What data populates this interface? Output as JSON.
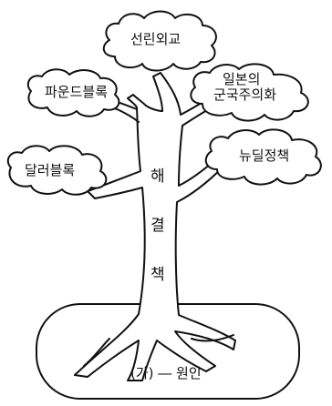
{
  "figure": {
    "branches": {
      "top": "선린외교",
      "upper_left": "파운드블록",
      "upper_right_line1": "일본의",
      "upper_right_line2": "군국주의화",
      "middle_right": "뉴딜정책",
      "lower_left": "달러블록"
    },
    "trunk": {
      "char1": "해",
      "char2": "결",
      "char3": "책"
    },
    "root_label": "(가) ― 원인"
  }
}
